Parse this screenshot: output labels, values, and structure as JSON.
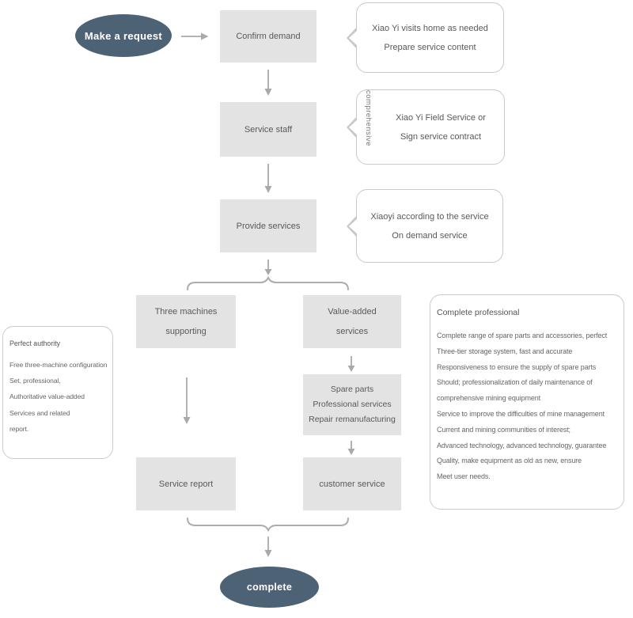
{
  "start": {
    "label": "Make a request"
  },
  "steps": [
    {
      "label": "Confirm demand"
    },
    {
      "label": "Service staff"
    },
    {
      "label": "Provide services"
    }
  ],
  "callouts": [
    {
      "lines": [
        "Xiao Yi visits home as needed",
        "Prepare service content"
      ]
    },
    {
      "side_label": "comprehensive",
      "lines": [
        "Xiao Yi Field Service or",
        "Sign service contract"
      ]
    },
    {
      "lines": [
        "Xiaoyi according to the service",
        "On demand service"
      ]
    }
  ],
  "branches": {
    "three_machines": {
      "lines": [
        "Three machines",
        "supporting"
      ]
    },
    "value_added": {
      "lines": [
        "Value-added",
        "services"
      ]
    },
    "spare_parts": {
      "lines": [
        "Spare parts",
        "Professional services",
        "Repair remanufacturing"
      ]
    },
    "service_report": {
      "label": "Service report"
    },
    "customer_service": {
      "label": "customer service"
    }
  },
  "info_left": {
    "title": "Perfect authority",
    "lines": [
      "Free three-machine configuration",
      "Set, professional,",
      "Authoritative value-added",
      "Services and related",
      "report."
    ]
  },
  "info_right": {
    "title": "Complete professional",
    "lines": [
      "Complete range of spare parts and accessories, perfect",
      "Three-tier storage system, fast and accurate",
      "Responsiveness to ensure the supply of spare parts",
      "Should; professionalization of daily maintenance of",
      "comprehensive mining equipment",
      "Service to improve the difficulties of mine management",
      "Current and mining communities of interest;",
      "Advanced technology, advanced technology, guarantee",
      "Quality, make equipment as old as new, ensure",
      "Meet user needs."
    ]
  },
  "end": {
    "label": "complete"
  },
  "colors": {
    "node_fill": "#4d6375",
    "box_fill": "#e3e3e3",
    "connector": "#a9a9a9",
    "border": "#c9c9c9",
    "text": "#595959"
  }
}
